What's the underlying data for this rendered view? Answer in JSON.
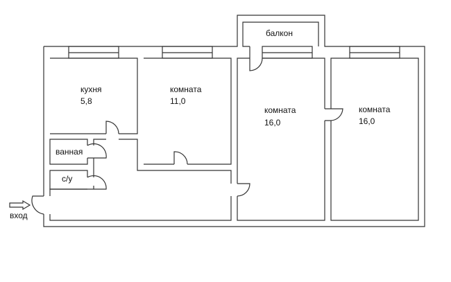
{
  "rooms": {
    "kitchen": {
      "name": "кухня",
      "area": "5,8"
    },
    "room1": {
      "name": "комната",
      "area": "11,0"
    },
    "room2": {
      "name": "комната",
      "area": "16,0"
    },
    "room3": {
      "name": "комната",
      "area": "16,0"
    },
    "bathroom": {
      "name": "ванная"
    },
    "wc": {
      "name": "с/у"
    },
    "balcony": {
      "name": "балкон"
    }
  },
  "entrance": {
    "label": "вход"
  }
}
